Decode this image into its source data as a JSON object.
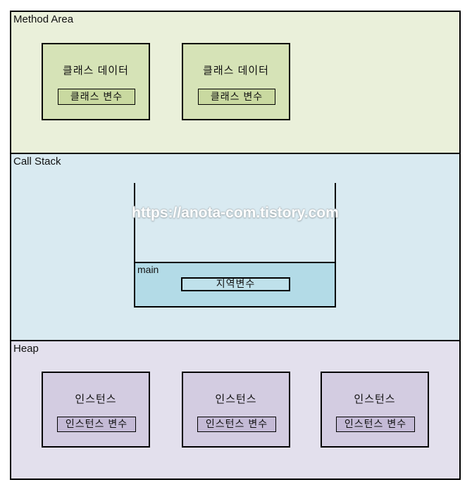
{
  "watermark": "https://anota-com.tistory.com",
  "colors": {
    "border": "#000000",
    "method_area_bg": "#eaf0da",
    "class_box_bg": "#d6e3b7",
    "class_var_bg": "#c9d9a0",
    "call_stack_bg": "#d9eaf1",
    "stack_frame_bg": "#b3dbe7",
    "local_var_bg": "#bfe1eb",
    "heap_bg": "#e3e0ed",
    "instance_box_bg": "#d3cce1",
    "instance_var_bg": "#c4bad6"
  },
  "sections": {
    "method_area": {
      "label": "Method Area",
      "boxes": [
        {
          "title": "클래스 데이터",
          "variable": "클래스 변수"
        },
        {
          "title": "클래스 데이터",
          "variable": "클래스 변수"
        }
      ]
    },
    "call_stack": {
      "label": "Call Stack",
      "frame": {
        "name": "main",
        "variable": "지역변수"
      }
    },
    "heap": {
      "label": "Heap",
      "boxes": [
        {
          "title": "인스턴스",
          "variable": "인스턴스 변수"
        },
        {
          "title": "인스턴스",
          "variable": "인스턴스 변수"
        },
        {
          "title": "인스턴스",
          "variable": "인스턴스 변수"
        }
      ]
    }
  }
}
